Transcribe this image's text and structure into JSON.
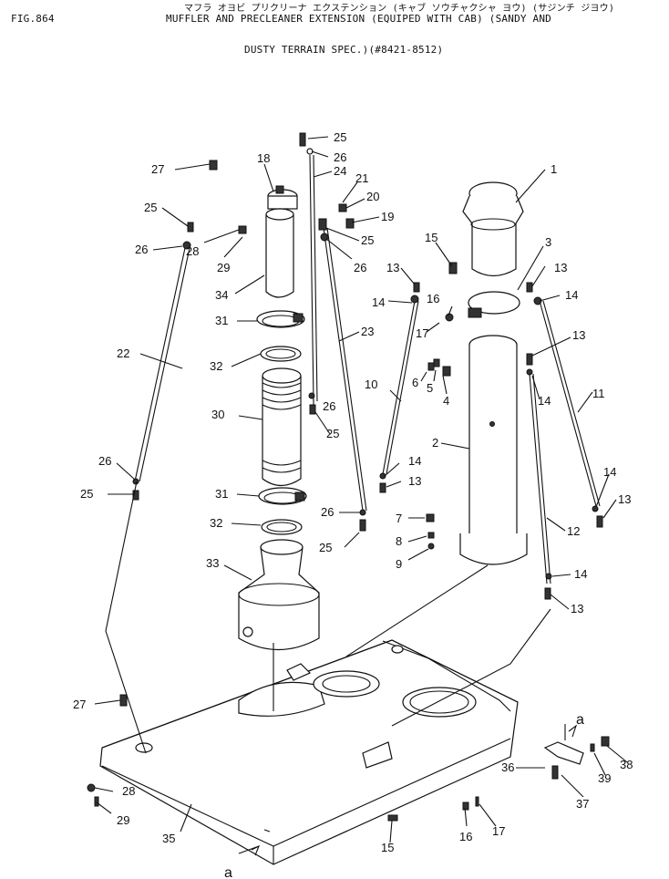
{
  "header": {
    "figure_label": "FIG.864",
    "katakana_line": "マフラ オヨビ プリクリーナ エクステンション (キャブ ソウチャクシャ ヨウ) (サジンチ ジヨウ)",
    "title_line1": "MUFFLER AND PRECLEANER EXTENSION (EQUIPED WITH CAB) (SANDY AND",
    "title_line2": "DUSTY TERRAIN SPEC.)(#8421-8512)"
  },
  "callouts": [
    "1",
    "2",
    "3",
    "4",
    "5",
    "6",
    "7",
    "8",
    "9",
    "10",
    "11",
    "12",
    "13",
    "13",
    "13",
    "13",
    "13",
    "13",
    "14",
    "14",
    "14",
    "14",
    "14",
    "14",
    "15",
    "15",
    "16",
    "16",
    "17",
    "17",
    "18",
    "19",
    "20",
    "21",
    "22",
    "23",
    "24",
    "25",
    "25",
    "25",
    "25",
    "25",
    "25",
    "26",
    "26",
    "26",
    "26",
    "26",
    "26",
    "27",
    "27",
    "28",
    "28",
    "29",
    "29",
    "30",
    "31",
    "31",
    "32",
    "32",
    "33",
    "34",
    "35",
    "36",
    "37",
    "38",
    "39"
  ],
  "reference_marks": [
    "a",
    "a"
  ]
}
